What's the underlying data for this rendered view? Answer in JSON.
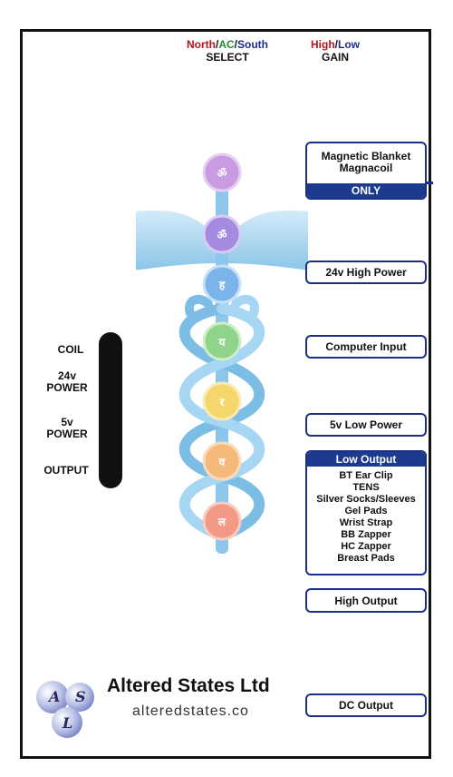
{
  "header": {
    "select": {
      "north": "North",
      "sep1": "/",
      "ac": "AC",
      "sep2": "/",
      "south": "South",
      "caption": "SELECT"
    },
    "gain": {
      "high": "High",
      "sep": "/",
      "low": "Low",
      "caption": "GAIN"
    }
  },
  "left_labels": {
    "coil": "COIL",
    "power24_a": "24v",
    "power24_b": "POWER",
    "power5_a": "5v",
    "power5_b": "POWER",
    "output": "OUTPUT"
  },
  "right": {
    "magnetic": {
      "line1": "Magnetic Blanket",
      "line2": "Magnacoil",
      "band": "ONLY"
    },
    "high_power": "24v High Power",
    "computer_input": "Computer Input",
    "low_power": "5v Low Power",
    "low_output": {
      "title": "Low Output",
      "items": [
        "BT Ear Clip",
        "TENS",
        "Silver Socks/Sleeves",
        "Gel Pads",
        "Wrist Strap",
        "BB Zapper",
        "HC Zapper",
        "Breast Pads"
      ]
    },
    "high_output": "High Output",
    "dc_output": "DC Output"
  },
  "logo": {
    "company": "Altered States Ltd",
    "url": "alteredstates.co",
    "letter_a": "A",
    "letter_s": "S",
    "letter_l": "L"
  },
  "colors": {
    "navy": "#1c2f87",
    "red": "#b5121b",
    "green": "#1f8a2e",
    "wing": "#9fd0ee",
    "chakra_purple": "#c99be0",
    "chakra_violet": "#a48be0",
    "chakra_blue": "#7ab4ea",
    "chakra_green": "#8fd48a",
    "chakra_yellow": "#f5d66a",
    "chakra_orange": "#f5b97a",
    "chakra_red": "#f29a86"
  },
  "icons": [
    "caduceus-icon",
    "chakra-crown-icon",
    "chakra-third-eye-icon",
    "chakra-throat-icon",
    "chakra-heart-icon",
    "chakra-solar-icon",
    "chakra-sacral-icon",
    "chakra-root-icon",
    "logo-spheres-icon"
  ]
}
